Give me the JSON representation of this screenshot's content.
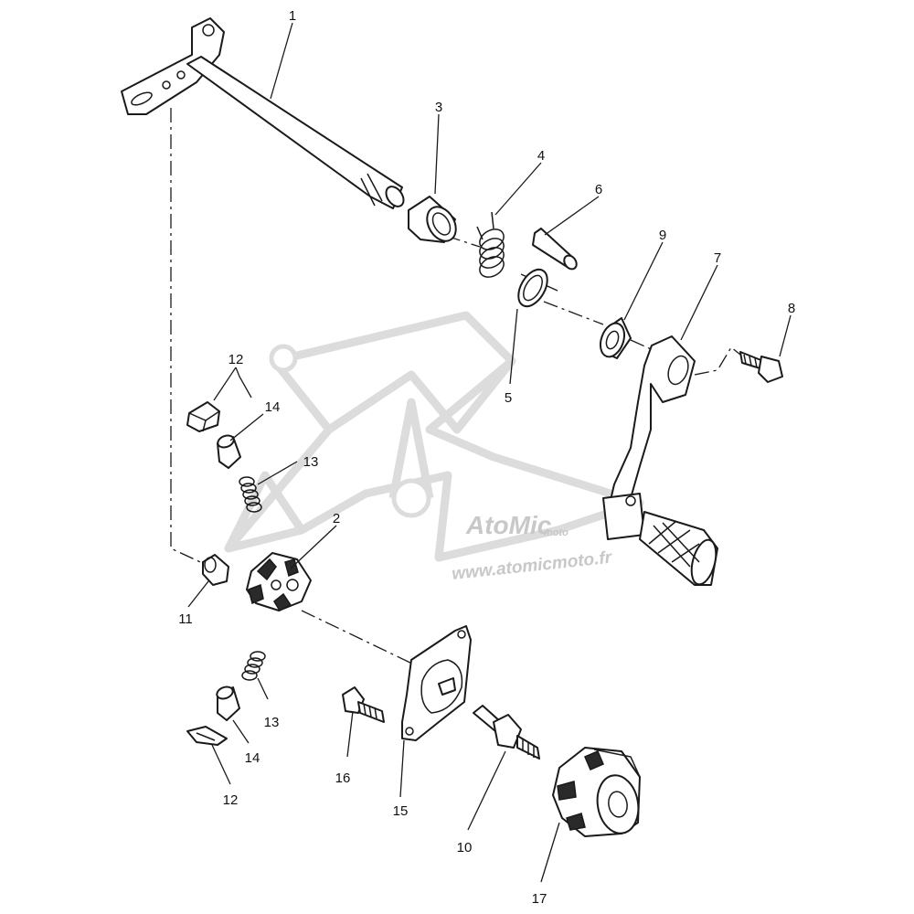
{
  "watermark": {
    "logo_text": "AtoMic",
    "logo_sub": "moto",
    "url_text": "www.atomicmoto.fr"
  },
  "callouts": [
    {
      "id": "c1",
      "label": "1"
    },
    {
      "id": "c3",
      "label": "3"
    },
    {
      "id": "c4",
      "label": "4"
    },
    {
      "id": "c6",
      "label": "6"
    },
    {
      "id": "c9",
      "label": "9"
    },
    {
      "id": "c7",
      "label": "7"
    },
    {
      "id": "c8",
      "label": "8"
    },
    {
      "id": "c5",
      "label": "5"
    },
    {
      "id": "c12a",
      "label": "12"
    },
    {
      "id": "c14a",
      "label": "14"
    },
    {
      "id": "c13a",
      "label": "13"
    },
    {
      "id": "c2",
      "label": "2"
    },
    {
      "id": "c11",
      "label": "11"
    },
    {
      "id": "c13b",
      "label": "13"
    },
    {
      "id": "c14b",
      "label": "14"
    },
    {
      "id": "c12b",
      "label": "12"
    },
    {
      "id": "c16",
      "label": "16"
    },
    {
      "id": "c15",
      "label": "15"
    },
    {
      "id": "c10",
      "label": "10"
    },
    {
      "id": "c17",
      "label": "17"
    }
  ]
}
